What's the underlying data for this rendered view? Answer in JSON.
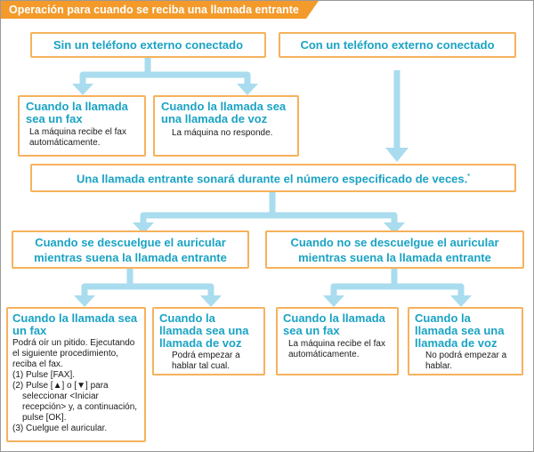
{
  "title": "Operación para cuando se reciba una llamada entrante",
  "colors": {
    "accent_orange": "#f39a2a",
    "box_border": "#f6b25c",
    "heading_blue": "#1aa3c4",
    "arrow_blue": "#a9dcee"
  },
  "branches": {
    "no_phone": "Sin un teléfono externo conectado",
    "with_phone": "Con un teléfono externo conectado"
  },
  "no_phone_cases": {
    "fax": {
      "title": "Cuando la llamada sea un fax",
      "text": "La máquina recibe el fax automáticamente."
    },
    "voice": {
      "title": "Cuando la llamada sea una llamada de voz",
      "text": "La máquina no responde."
    }
  },
  "ring": {
    "text": "Una llamada entrante sonará durante el número especificado de veces.",
    "mark": "*"
  },
  "handset": {
    "lifted": "Cuando se descuelgue el auricular mientras suena la llamada entrante",
    "not_lifted": "Cuando no se descuelgue el auricular mientras suena la llamada entrante"
  },
  "lifted_cases": {
    "fax": {
      "title": "Cuando la llamada sea un fax",
      "intro": "Podrá oír un pitido. Ejecutando el siguiente procedimiento, reciba el fax.",
      "step1": "(1) Pulse [FAX].",
      "step2_a": "(2) Pulse [▲] o [▼] para",
      "step2_b": "seleccionar <Iniciar recepción> y, a continuación, pulse [OK].",
      "step3": "(3) Cuelgue el auricular."
    },
    "voice": {
      "title": "Cuando la llamada sea una llamada de voz",
      "text": "Podrá empezar a hablar tal cual."
    }
  },
  "not_lifted_cases": {
    "fax": {
      "title": "Cuando la llamada sea un fax",
      "text": "La máquina recibe el fax automáticamente."
    },
    "voice": {
      "title": "Cuando la llamada sea una llamada de voz",
      "text": "No podrá empezar a hablar."
    }
  }
}
